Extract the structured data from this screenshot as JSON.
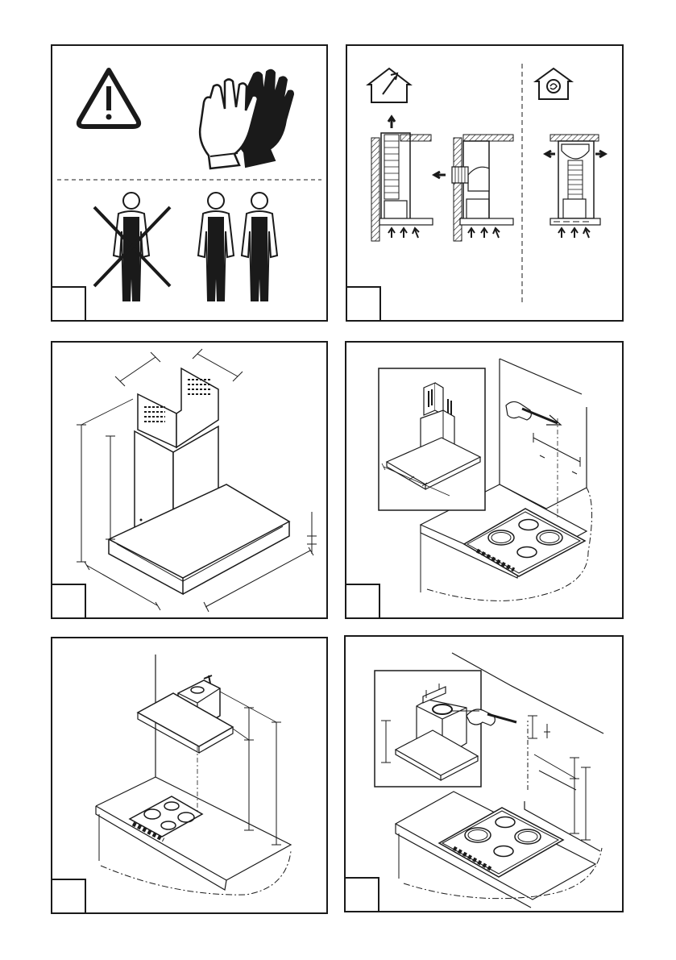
{
  "page": {
    "colors": {
      "ink": "#1a1a1a",
      "paper": "#ffffff"
    }
  },
  "panels": [
    {
      "id": "safety",
      "number": "",
      "icons": [
        "warning-triangle-icon",
        "protective-gloves-icon",
        "single-person-prohibited-icon",
        "two-persons-required-icon"
      ]
    },
    {
      "id": "modes",
      "number": "",
      "icons": [
        "ducted-mode-house-icon",
        "recirculation-mode-house-icon"
      ]
    },
    {
      "id": "dimensions",
      "number": ""
    },
    {
      "id": "wall-marking",
      "number": ""
    },
    {
      "id": "mounting-height",
      "number": ""
    },
    {
      "id": "bracket-fixing",
      "number": ""
    }
  ]
}
